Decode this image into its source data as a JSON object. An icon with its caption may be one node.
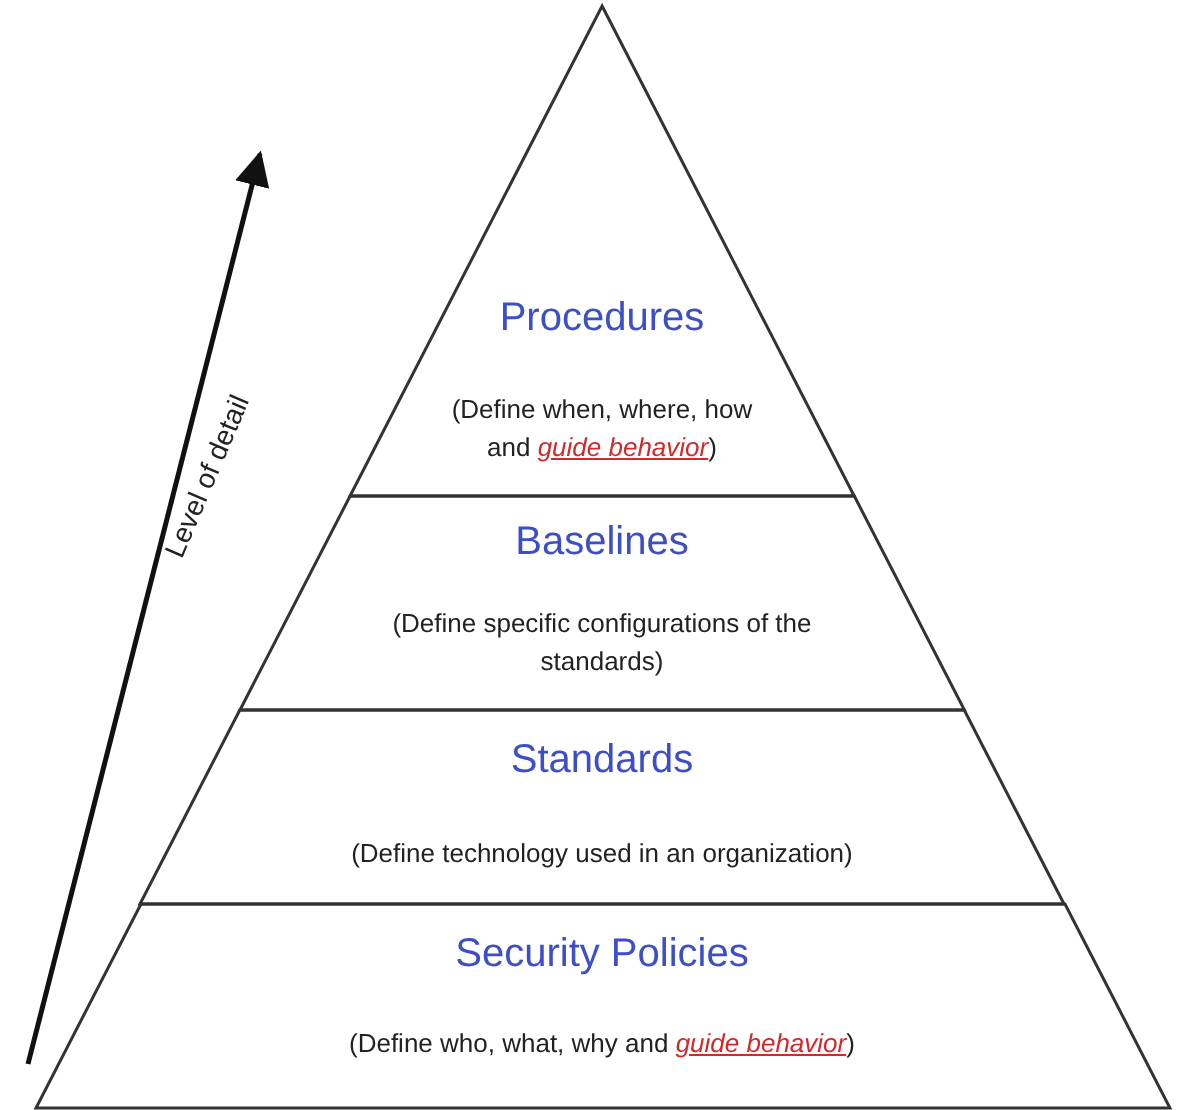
{
  "diagram": {
    "nodes": [
      {
        "text": [
          "Procedures",
          "(Define when, where, how and *guide behavior*)"
        ]
      },
      {
        "text": [
          "Baselines",
          "(Define specific configurations of the standards)"
        ]
      },
      {
        "text": [
          "Standards",
          "(Define technology used in an organization)"
        ]
      },
      {
        "text": [
          "Security Policies",
          "(Define who, what, why and *guide behavior*)"
        ]
      }
    ],
    "labels": [
      "Level of detail"
    ]
  }
}
